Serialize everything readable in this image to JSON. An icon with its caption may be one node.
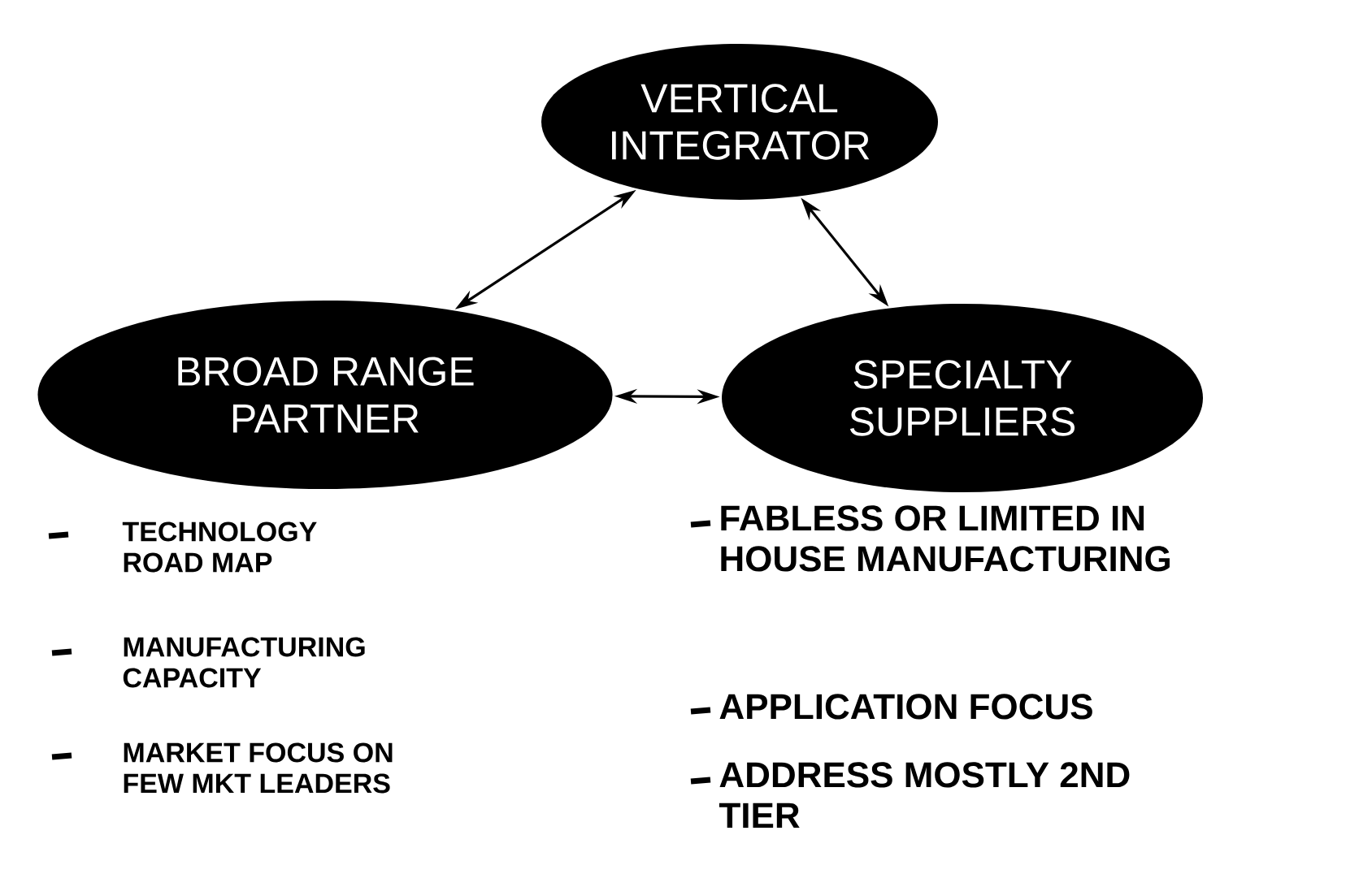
{
  "diagram": {
    "nodes": [
      {
        "text": [
          "VERTICAL INTEGRATOR"
        ]
      },
      {
        "text": [
          "BROAD RANGE PARTNER"
        ]
      },
      {
        "text": [
          "SPECIALTY SUPPLIERS"
        ]
      }
    ],
    "edges": [
      {
        "from": 0,
        "to": 1,
        "arrow": "both"
      },
      {
        "from": 0,
        "to": 2,
        "arrow": "both"
      },
      {
        "from": 1,
        "to": 2,
        "arrow": "both"
      }
    ],
    "labels": [
      "TECHNOLOGY ROAD MAP",
      "FABLESS OR LIMITED IN HOUSE MANUFACTURING",
      "MANUFACTURING CAPACITY",
      "APPLICATION FOCUS",
      "MARKET FOCUS ON FEW MKT LEADERS",
      "ADDRESS MOSTLY 2ND TIER"
    ]
  }
}
